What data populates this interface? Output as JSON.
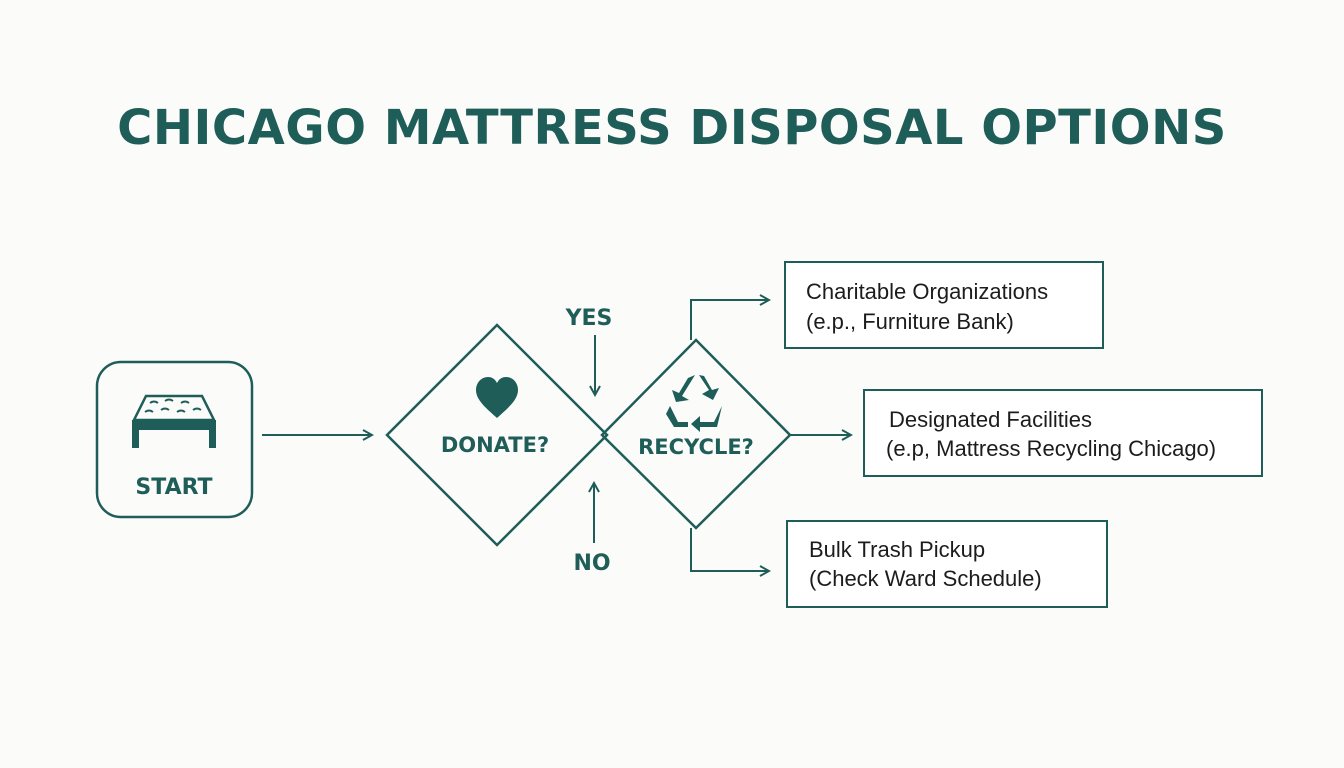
{
  "title": "CHICAGO MATTRESS DISPOSAL OPTIONS",
  "colors": {
    "primary": "#1f5d59",
    "text": "#1c1c1c",
    "background": "#fbfbfa"
  },
  "nodes": {
    "start": {
      "label": "START",
      "icon": "mattress-icon"
    },
    "donate": {
      "label": "DONATE?",
      "icon": "heart-icon"
    },
    "recycle": {
      "label": "RECYCLE?",
      "icon": "recycle-icon"
    }
  },
  "edge_labels": {
    "yes": "YES",
    "no": "NO"
  },
  "options": [
    {
      "line1": "Charitable Organizations",
      "line2": "(e.p., Furniture Bank)"
    },
    {
      "line1": "Designated Facilities",
      "line2": "(e.p, Mattress Recycling Chicago)"
    },
    {
      "line1": "Bulk Trash Pickup",
      "line2": "(Check Ward Schedule)"
    }
  ]
}
